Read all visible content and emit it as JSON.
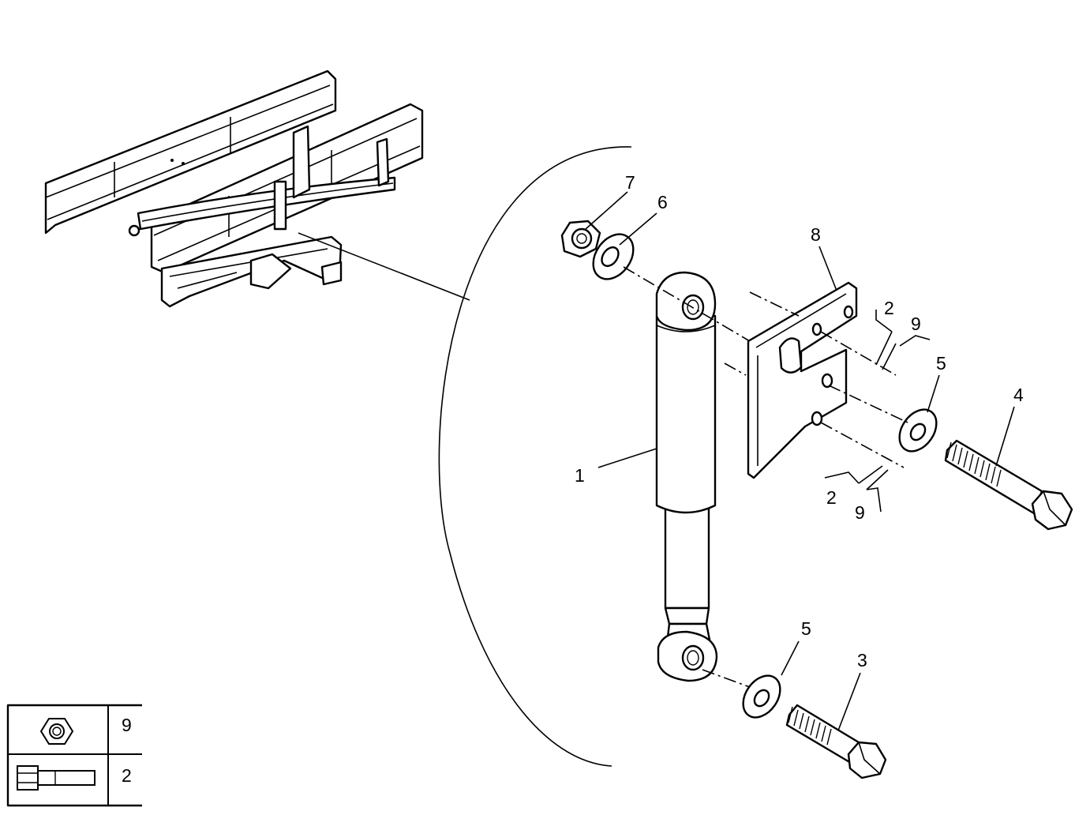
{
  "callouts": {
    "shock_absorber": "1",
    "bolt_locking_upper": "2",
    "lock_upper": "9",
    "bolt_locking_lower": "2",
    "lock_lower": "9",
    "bolt_lower": "3",
    "bolt_upper": "4",
    "washer_upper": "5",
    "washer_lower": "5",
    "washer_top": "6",
    "nut_top": "7",
    "bracket": "8"
  },
  "legend": {
    "nut_row_label": "9",
    "bolt_row_label": "2"
  },
  "colors": {
    "ink": "#000000",
    "paper": "#ffffff"
  }
}
